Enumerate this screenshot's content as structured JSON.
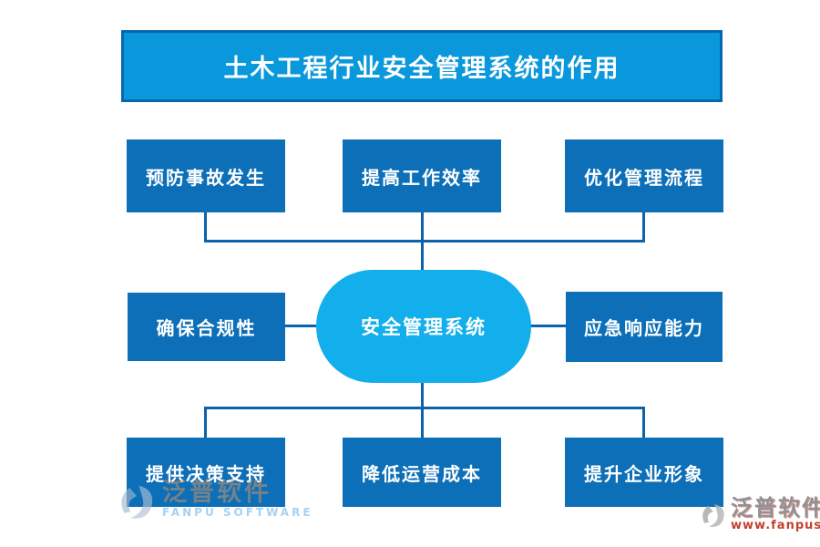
{
  "title": "土木工程行业安全管理系统的作用",
  "center": {
    "label": "安全管理系统"
  },
  "nodes": {
    "top": [
      {
        "label": "预防事故发生"
      },
      {
        "label": "提高工作效率"
      },
      {
        "label": "优化管理流程"
      }
    ],
    "middle": [
      {
        "label": "确保合规性"
      },
      {
        "label": "应急响应能力"
      }
    ],
    "bottom": [
      {
        "label": "提供决策支持"
      },
      {
        "label": "降低运营成本"
      },
      {
        "label": "提升企业形象"
      }
    ]
  },
  "watermarks": {
    "left": {
      "brand": "泛普软件",
      "sub": "FANPU SOFTWARE"
    },
    "right": {
      "brand": "泛普软件",
      "sub": "www.fanpusoft.com"
    }
  },
  "colors": {
    "title_fill": "#0998DB",
    "title_border": "#0767AE",
    "node_fill": "#0C6FB7",
    "center_fill": "#12AFEC",
    "connector": "#0A63AC",
    "watermark_red": "#C2402F"
  }
}
